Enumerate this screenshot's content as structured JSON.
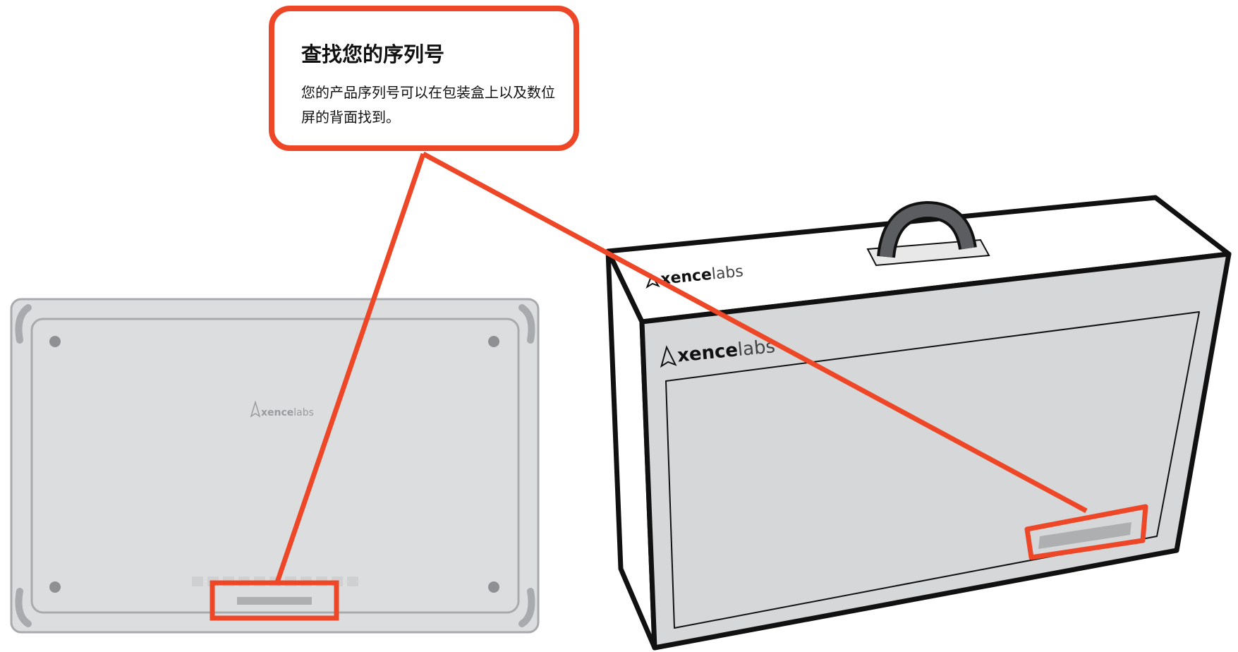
{
  "callout": {
    "title": "查找您的序列号",
    "body": "您的产品序列号可以在包装盒上以及数位屏的背面找到。"
  },
  "brand": {
    "bold": "xence",
    "light": "labs"
  },
  "colors": {
    "highlight": "#ee4727",
    "device_fill": "#dcdddf",
    "device_stroke": "#a9aaad",
    "box_fill": "#d6d7d9",
    "label_strip": "#aeafb1",
    "outline": "#111111"
  },
  "icons": [
    "xencelabs-logo-icon",
    "carry-handle-icon"
  ]
}
